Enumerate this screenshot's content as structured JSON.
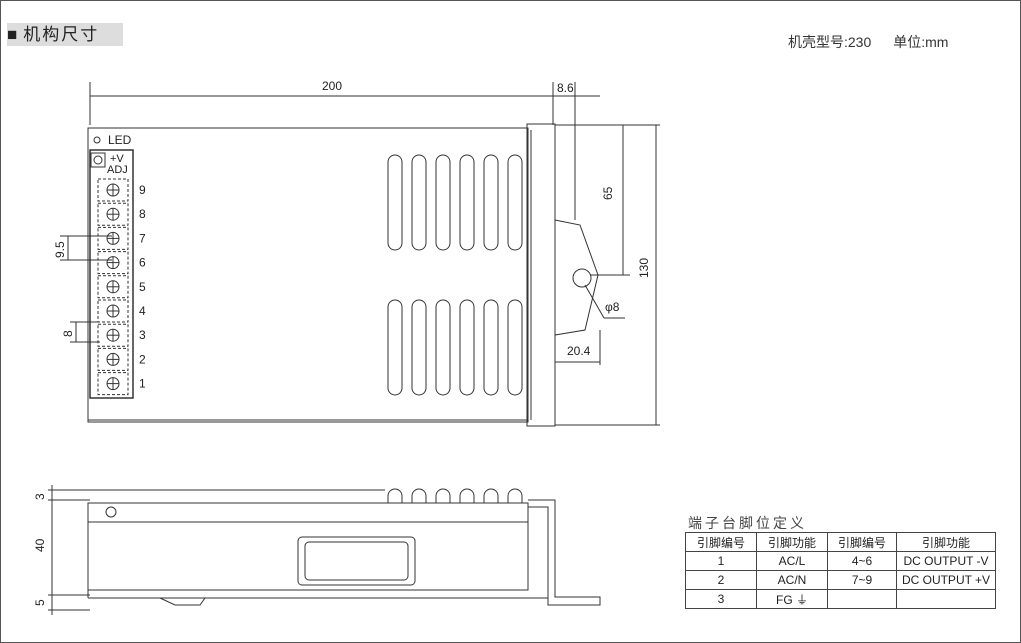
{
  "header": {
    "title": "机构尺寸",
    "model": "机壳型号:230",
    "unit": "单位:mm"
  },
  "top_view": {
    "dim_length": "200",
    "dim_flange": "8.6",
    "dim_hole_pos": "65",
    "dim_height": "130",
    "dim_bracket": "20.4",
    "dim_hole": "φ8",
    "led_label": "LED",
    "adj_label_1": "+V",
    "adj_label_2": "ADJ",
    "dim_pitch": "9.5",
    "dim_gap": "8",
    "terminals": [
      "9",
      "8",
      "7",
      "6",
      "5",
      "4",
      "3",
      "2",
      "1"
    ]
  },
  "side_view": {
    "dim_top": "3",
    "dim_body": "40",
    "dim_bottom": "5"
  },
  "pin_table": {
    "caption": "端子台脚位定义",
    "headers": [
      "引脚编号",
      "引脚功能",
      "引脚编号",
      "引脚功能"
    ],
    "rows": [
      [
        "1",
        "AC/L",
        "4~6",
        "DC OUTPUT -V"
      ],
      [
        "2",
        "AC/N",
        "7~9",
        "DC OUTPUT +V"
      ],
      [
        "3",
        "FG ⏚",
        "",
        ""
      ]
    ]
  }
}
